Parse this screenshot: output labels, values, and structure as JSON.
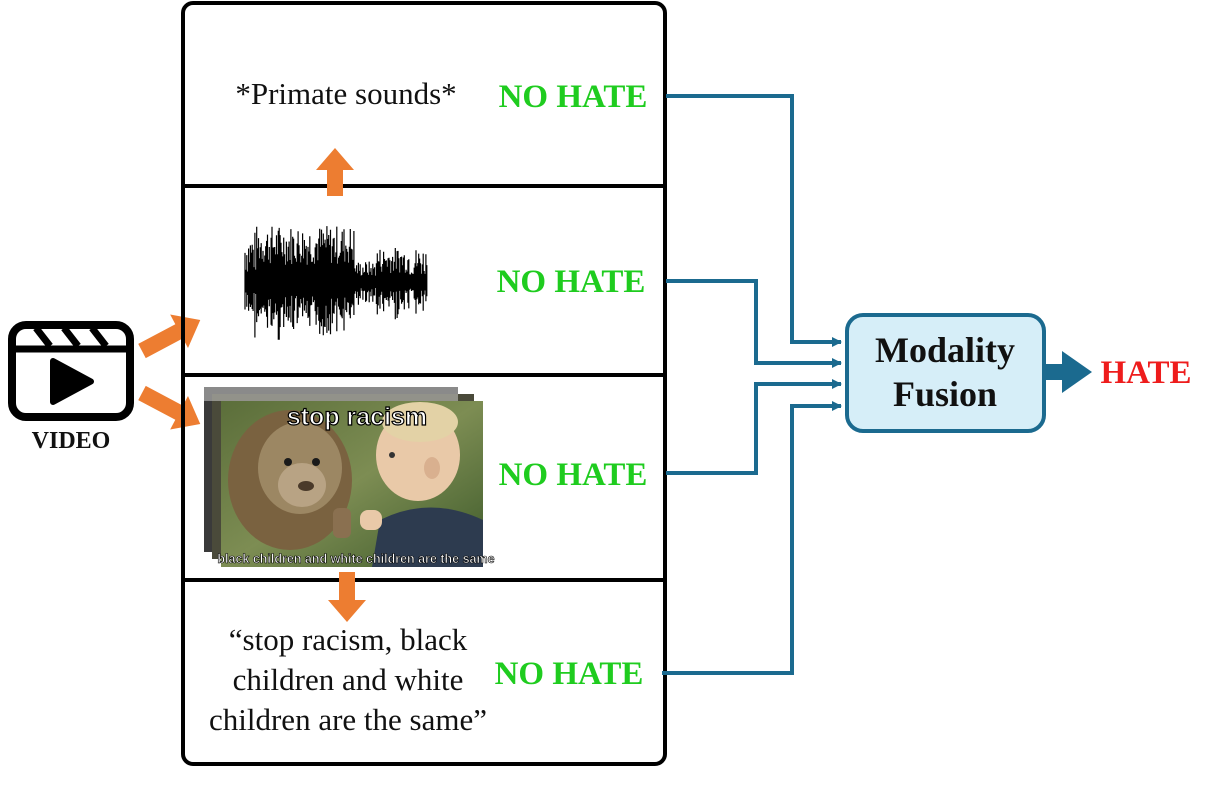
{
  "input": {
    "label": "VIDEO",
    "icon": "video-clapperboard-icon"
  },
  "modalities": [
    {
      "id": "audio-transcript",
      "content": "*Primate sounds*",
      "prediction": "NO HATE"
    },
    {
      "id": "audio",
      "content_icon": "audio-waveform-icon",
      "prediction": "NO HATE"
    },
    {
      "id": "frames",
      "meme_top_text": "stop racism",
      "meme_bottom_text": "black children and white children are the same",
      "prediction": "NO HATE"
    },
    {
      "id": "ocr-text",
      "content_lines": [
        "“stop racism, black",
        "children and white",
        "children are the same”"
      ],
      "prediction": "NO HATE"
    }
  ],
  "fusion": {
    "lines": [
      "Modality",
      "Fusion"
    ]
  },
  "output": {
    "label": "HATE"
  },
  "colors": {
    "no_hate": "#1fcc1f",
    "hate": "#ee1c1c",
    "arrow_orange": "#ed7d31",
    "connector_blue": "#1b6a8f",
    "fusion_fill": "#d6eef8"
  }
}
